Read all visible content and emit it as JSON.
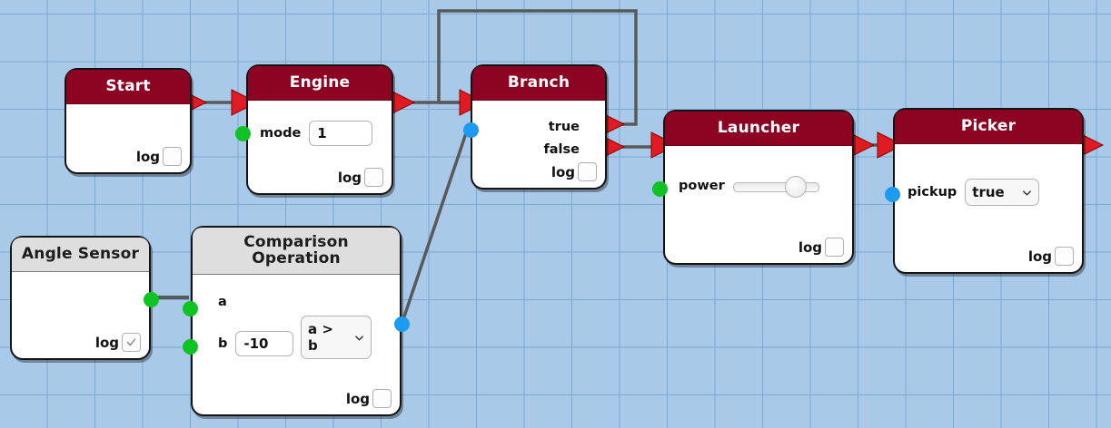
{
  "canvas": {
    "background_color": "#a9c9e9",
    "grid_color": "#7ca8d4",
    "grid_size": 52.5
  },
  "theme": {
    "action_header_color": "#8d0322",
    "sensor_header_color": "#dedede",
    "flow_arrow_color": "#e01b24",
    "wire_color": "#595959",
    "exec_port_color": "#0fc322",
    "data_port_color": "#1d9bf0"
  },
  "nodes": [
    {
      "id": "start",
      "title": "Start",
      "kind": "action",
      "log_label": "log",
      "log_checked": false
    },
    {
      "id": "engine",
      "title": "Engine",
      "kind": "action",
      "input_label": "mode",
      "input_value": "1",
      "log_label": "log",
      "log_checked": false
    },
    {
      "id": "branch",
      "title": "Branch",
      "kind": "action",
      "output_true_label": "true",
      "output_false_label": "false",
      "log_label": "log",
      "log_checked": false
    },
    {
      "id": "launcher",
      "title": "Launcher",
      "kind": "action",
      "input_label": "power",
      "slider_percent": 80,
      "log_label": "log",
      "log_checked": false
    },
    {
      "id": "picker",
      "title": "Picker",
      "kind": "action",
      "input_label": "pickup",
      "select_value": "true",
      "log_label": "log",
      "log_checked": false
    },
    {
      "id": "angle-sensor",
      "title": "Angle Sensor",
      "kind": "sensor",
      "log_label": "log",
      "log_checked": true
    },
    {
      "id": "comparison-operation",
      "title_line1": "Comparison",
      "title_line2": "Operation",
      "kind": "sensor",
      "input_a_label": "a",
      "input_b_label": "b",
      "input_b_value": "-10",
      "operator_value": "a > b",
      "log_label": "log",
      "log_checked": false
    }
  ]
}
